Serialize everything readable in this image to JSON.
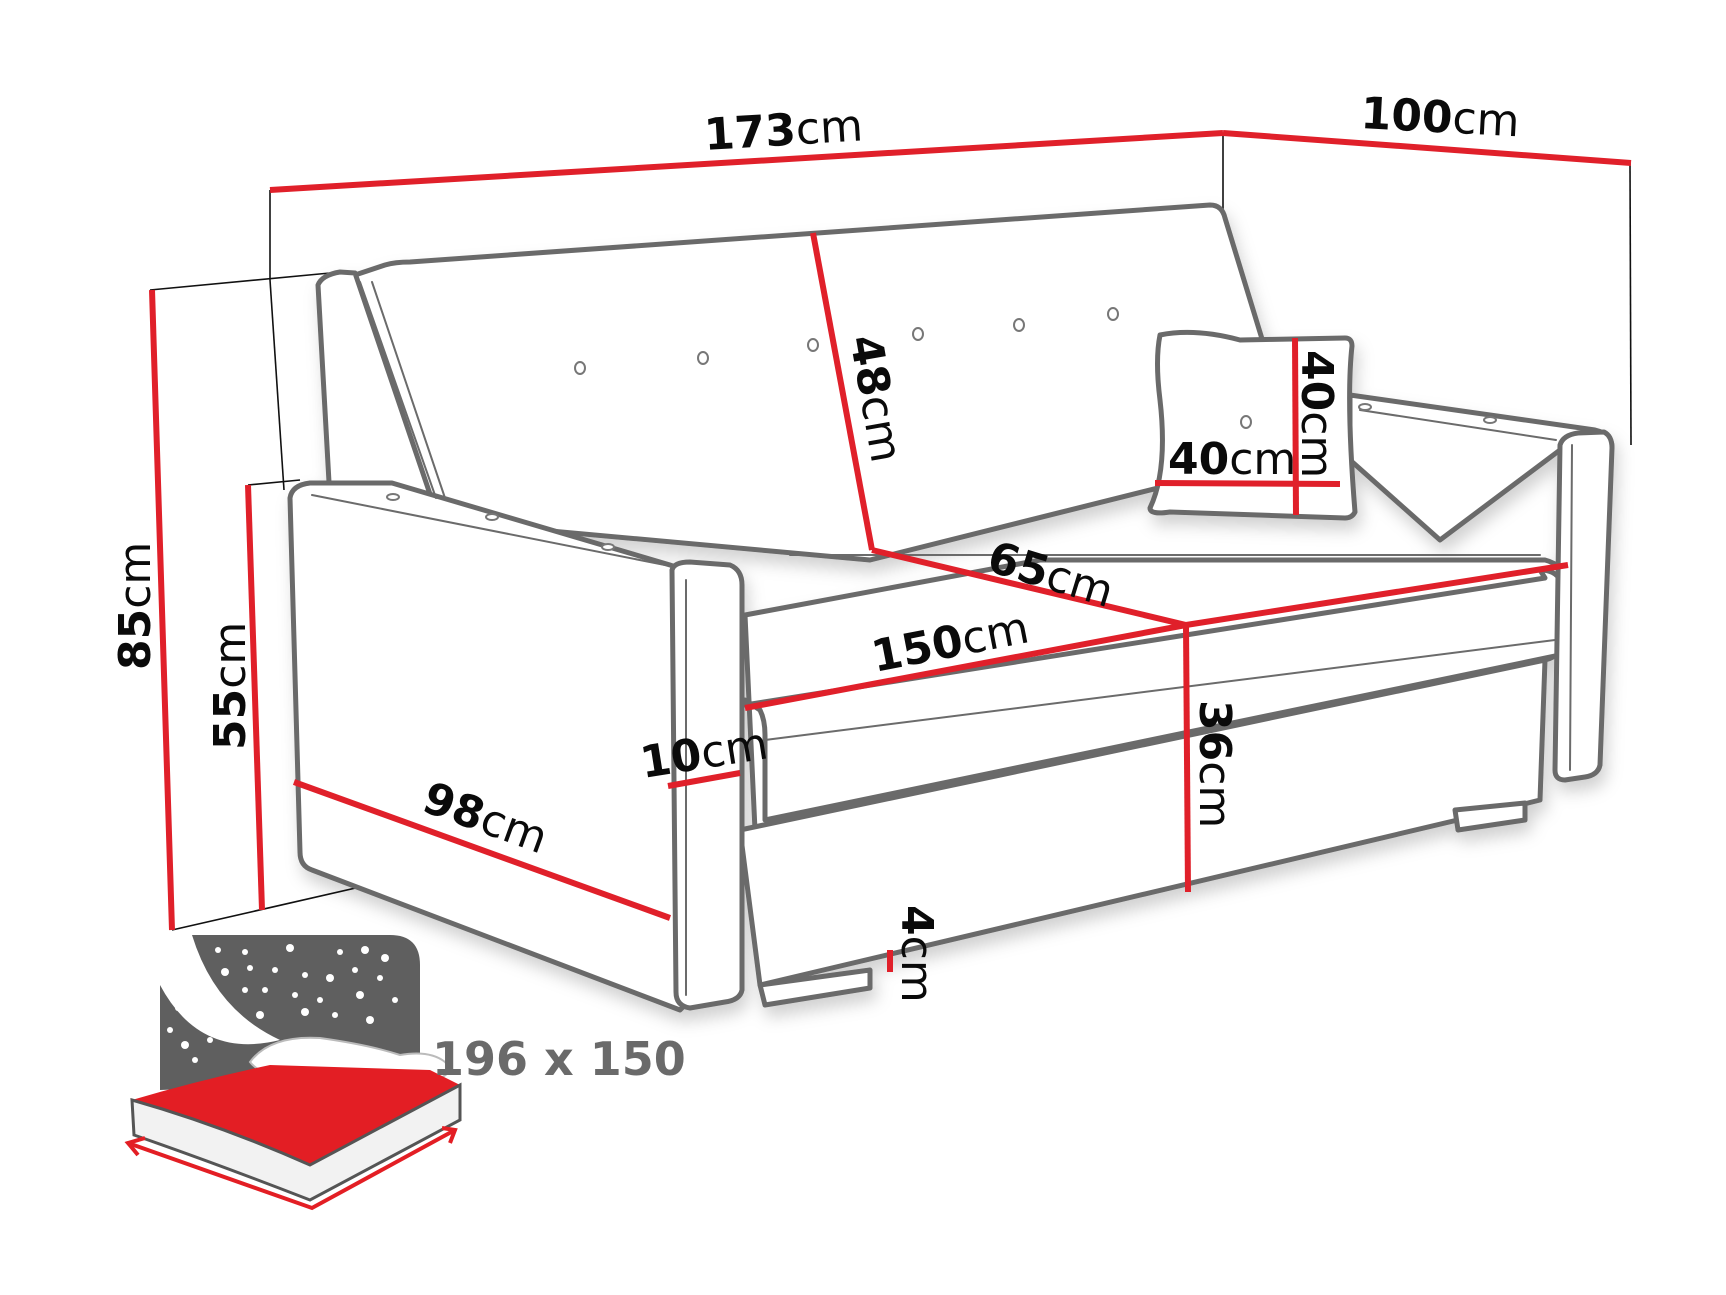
{
  "diagram": {
    "subject": "Sofa bed dimension drawing",
    "colors": {
      "dimension_line": "#e0202a",
      "outline": "#6b6b6b",
      "guide_line": "#111111",
      "bed_icon_bg": "#5f5f5f",
      "bed_sheet": "#e31e24",
      "label_text": "#0a0a0a",
      "bed_label_text": "#6a6a6a"
    },
    "dimensions": {
      "total_width": {
        "value": "173",
        "unit": "cm"
      },
      "total_depth": {
        "value": "100",
        "unit": "cm"
      },
      "total_height": {
        "value": "85",
        "unit": "cm"
      },
      "armrest_height": {
        "value": "55",
        "unit": "cm"
      },
      "backrest_height": {
        "value": "48",
        "unit": "cm"
      },
      "seat_depth": {
        "value": "65",
        "unit": "cm"
      },
      "seat_width": {
        "value": "150",
        "unit": "cm"
      },
      "armrest_width": {
        "value": "10",
        "unit": "cm"
      },
      "armrest_depth": {
        "value": "98",
        "unit": "cm"
      },
      "seat_height": {
        "value": "36",
        "unit": "cm"
      },
      "leg_height": {
        "value": "4",
        "unit": "cm"
      },
      "pillow_width": {
        "value": "40",
        "unit": "cm"
      },
      "pillow_height": {
        "value": "40",
        "unit": "cm"
      }
    },
    "sleeping_area": {
      "label": "196 x 150",
      "icon": "bed-icon"
    }
  }
}
